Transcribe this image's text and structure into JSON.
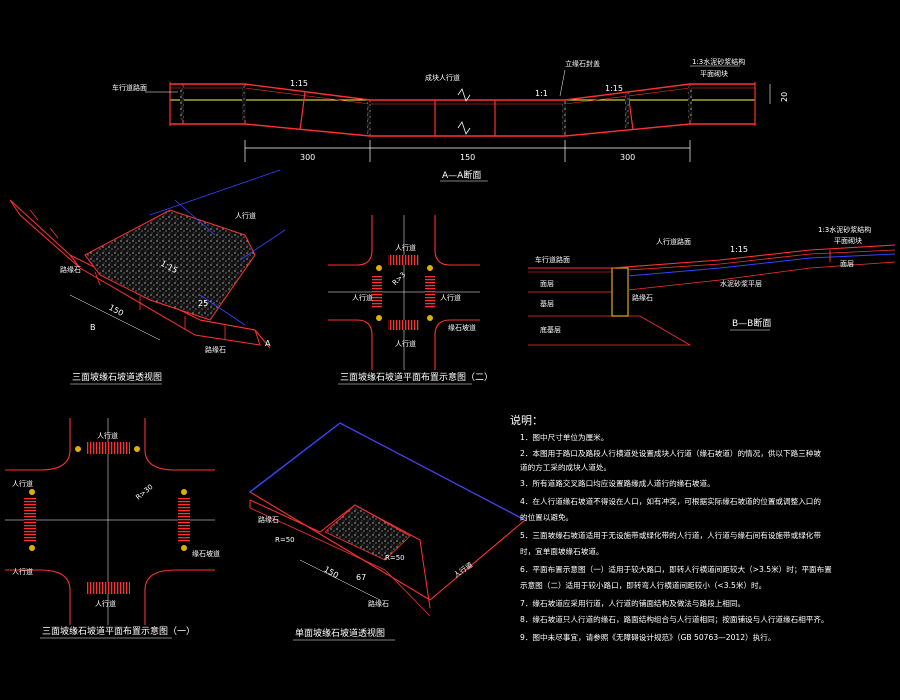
{
  "a_section": {
    "title": "A—A断面",
    "label_left": "车行道路面",
    "label_mid": "成块人行道",
    "label_curb": "立缘石封盖",
    "label_mortar": "1:3水泥砂浆结构",
    "label_flat": "平面砌块",
    "slope_left": "1:15",
    "slope_right": "1:15",
    "small_ratio": "1:1",
    "dim_left": "300",
    "dim_mid": "150",
    "dim_right": "300",
    "height": "20"
  },
  "ramp_3d": {
    "title": "三面坡缘石坡道透视图",
    "label_sidewalk": "人行道",
    "label_curb": "路缘石",
    "label_edge": "路缘石",
    "label_a": "A",
    "dim_150": "150",
    "dim_25": "25",
    "dim_ratio": "1:15",
    "dim_b": "B"
  },
  "plan_two": {
    "title": "三面坡缘石坡道平面布置示意图（二）",
    "sidewalk_labels": [
      "人行道",
      "人行道",
      "人行道",
      "人行道"
    ],
    "radius": "R>3",
    "label_curb": "缘石坡道"
  },
  "b_section": {
    "title": "B—B断面",
    "label_sidewalk": "人行道路面",
    "label_carriage": "车行道路面",
    "label_surface": "面层",
    "label_base": "基层",
    "label_subbase": "底基层",
    "label_curbstone": "路缘石",
    "label_mortar": "1:3水泥砂浆结构",
    "label_flat": "平面砌块",
    "label_top": "面层",
    "label_slab": "水泥砂浆平层",
    "slope": "1:15"
  },
  "plan_one": {
    "title": "三面坡缘石坡道平面布置示意图（一）",
    "sidewalk_labels": [
      "人行道",
      "人行道",
      "人行道",
      "人行道"
    ],
    "radius": "R>30",
    "label_curb": "缘石坡道"
  },
  "single_ramp": {
    "title": "单面坡缘石坡道透视图",
    "label_r1": "R=50",
    "label_r2": "R=50",
    "label_curb": "路缘石",
    "label_curb2": "路缘石",
    "dim_150": "150",
    "dim_small": "67",
    "label_sidewalk": "人行道"
  },
  "notes": {
    "heading": "说明：",
    "items": [
      "1．图中尺寸单位为厘米。",
      "2．本图用于路口及路段人行横道处设置成块人行道（缘石坡道）的情况，供以下路三种坡",
      "    道的方工采的成块人道处。",
      "3．所有道路交叉路口均应设置路缘成人道行的缘石坡道。",
      "4．在人行道缘石坡道不得设在人口，如有冲突，可根据实际缘石坡道的位置或调整入口的",
      "    的位置以避免。",
      "5．三面坡缘石坡道适用于无设施带或绿化带的人行道，人行道与缘石间有设施带或绿化带",
      "    时，宜单面坡缘石坡道。",
      "6．平面布置示意图（一）适用于较大路口，即转人行横道间距较大（>3.5米）时；平面布置",
      "    示意图（二）适用于较小路口，即转弯人行横道间距较小（<3.5米）时。",
      "7．缘石坡道应采用行道，人行道的铺面结构及做法与路段上相同。",
      "8．缘石坡道只人行道的缘石，路面结构组合与人行道相同；按面铺设与人行道缘石相平齐。",
      "9．图中未尽事宜，请参照《无障碍设计规范》（GB 50763—2012）执行。"
    ]
  }
}
